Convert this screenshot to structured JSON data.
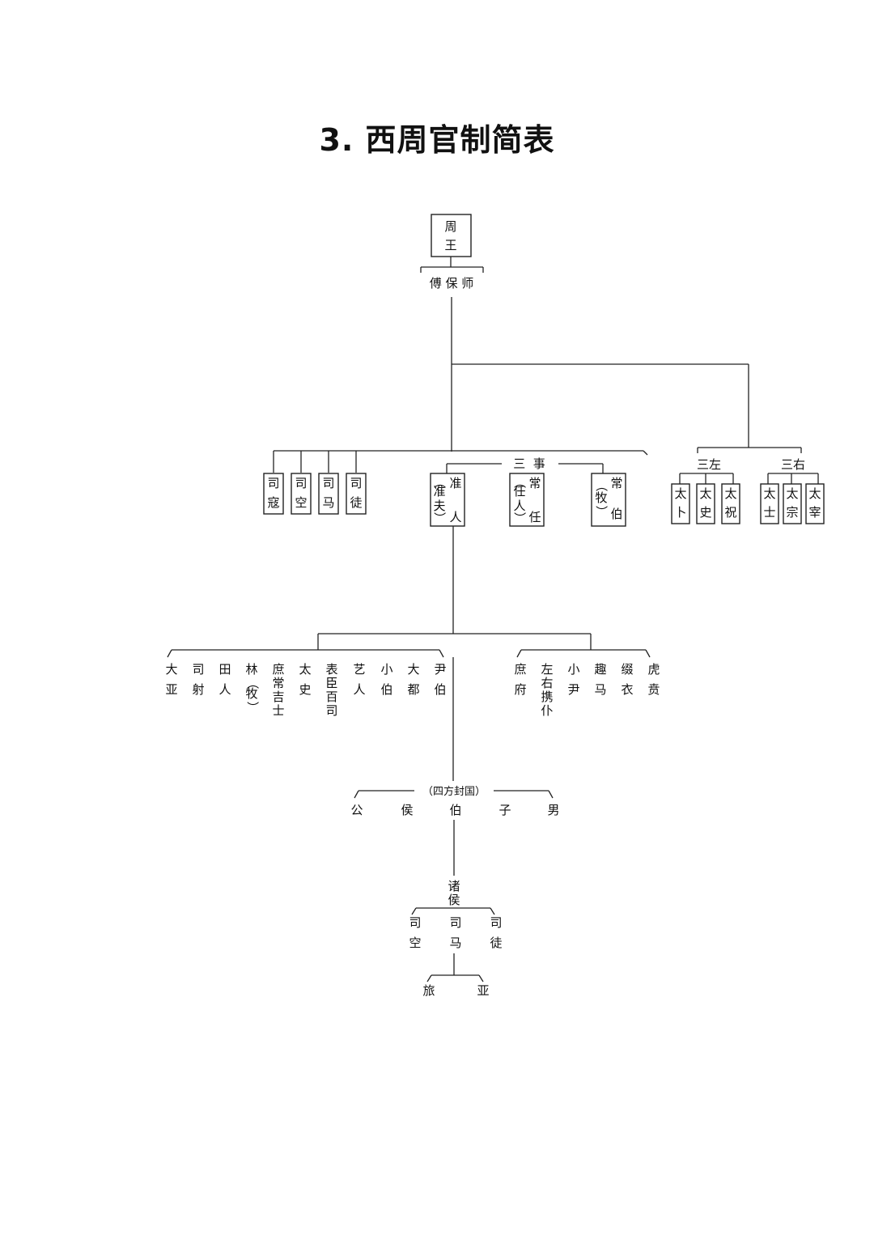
{
  "title": "3. 西周官制简表",
  "king": [
    "周",
    "王"
  ],
  "advisors": "傅 保 师",
  "sanshi_label": "三  事",
  "sizuo_label": "三左",
  "sanyou_label": "三右",
  "four_si": [
    [
      "司",
      "寇"
    ],
    [
      "司",
      "空"
    ],
    [
      "司",
      "马"
    ],
    [
      "司",
      "徒"
    ]
  ],
  "sanshi_boxes": [
    {
      "right": [
        "准",
        "人"
      ],
      "left": [
        "（",
        "准",
        "夫",
        "）"
      ]
    },
    {
      "right": [
        "常",
        "任"
      ],
      "left": [
        "（",
        "任",
        "人",
        "）"
      ]
    },
    {
      "right": [
        "常",
        "伯"
      ],
      "left": [
        "（",
        "牧",
        "）"
      ]
    }
  ],
  "sanzuo": [
    [
      "太",
      "卜"
    ],
    [
      "太",
      "史"
    ],
    [
      "太",
      "祝"
    ]
  ],
  "sanyou": [
    [
      "太",
      "士"
    ],
    [
      "太",
      "宗"
    ],
    [
      "太",
      "宰"
    ]
  ],
  "left_officials": [
    [
      "大",
      "亚"
    ],
    [
      "司",
      "射"
    ],
    [
      "田",
      "人"
    ],
    [
      "林",
      "（",
      "牧",
      "）"
    ],
    [
      "庶",
      "常",
      "吉",
      "士"
    ],
    [
      "太",
      "史"
    ],
    [
      "表",
      "臣",
      "百",
      "司"
    ],
    [
      "艺",
      "人"
    ],
    [
      "小",
      "伯"
    ],
    [
      "大",
      "都"
    ],
    [
      "尹",
      "伯"
    ]
  ],
  "right_officials": [
    [
      "庶",
      "府"
    ],
    [
      "左",
      "右",
      "携",
      "仆"
    ],
    [
      "小",
      "尹"
    ],
    [
      "趣",
      "马"
    ],
    [
      "缀",
      "衣"
    ],
    [
      "虎",
      "贲"
    ]
  ],
  "sifang_label": "（四方封国）",
  "ranks": [
    "公",
    "侯",
    "伯",
    "子",
    "男"
  ],
  "zhuhou": [
    "诸",
    "侯"
  ],
  "zhuhou_officials": [
    [
      "司",
      "空"
    ],
    [
      "司",
      "马"
    ],
    [
      "司",
      "徒"
    ]
  ],
  "bottom": [
    "旅",
    "亚"
  ]
}
